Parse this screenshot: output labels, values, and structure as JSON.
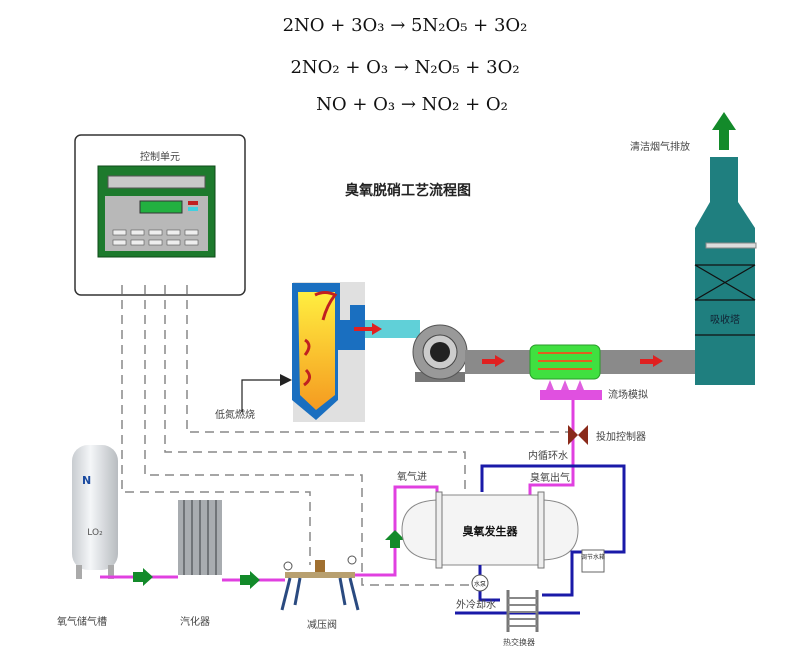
{
  "equations": [
    "2NO + 3O₃ → 5N₂O₅ + 3O₂",
    "2NO₂ + O₃ → N₂O₅ + 3O₂",
    "NO + O₃ → NO₂ + O₂"
  ],
  "diagram": {
    "title": "臭氧脱硝工艺流程图",
    "control_unit": "控制单元",
    "low_nox_combustion": "低氮燃烧",
    "flow_field_simulation": "流场模拟",
    "dosing_controller": "投加控制器",
    "inner_circulating_water": "内循环水",
    "ozone_outlet": "臭氧出气",
    "oxygen_inlet": "氧气进",
    "ozone_generator": "臭氧发生器",
    "regulating_tank": "调节水箱",
    "pump": "水泵",
    "external_cooling_water": "外冷却水",
    "heat_exchanger": "热交换器",
    "oxygen_tank": "氧气储气槽",
    "tank_marking": "LO₂",
    "vaporizer": "汽化器",
    "pressure_reducing_valve": "减压阀",
    "clean_gas_discharge": "清洁烟气排放",
    "absorption_tower": "吸收塔"
  },
  "colors": {
    "oxygen_line": "#e040e0",
    "water_line": "#1a1aa8",
    "gas_pipe": "#8a8a8a",
    "tower": "#1f7f7f",
    "arrow_green": "#138a2a",
    "arrow_red": "#e02020"
  }
}
